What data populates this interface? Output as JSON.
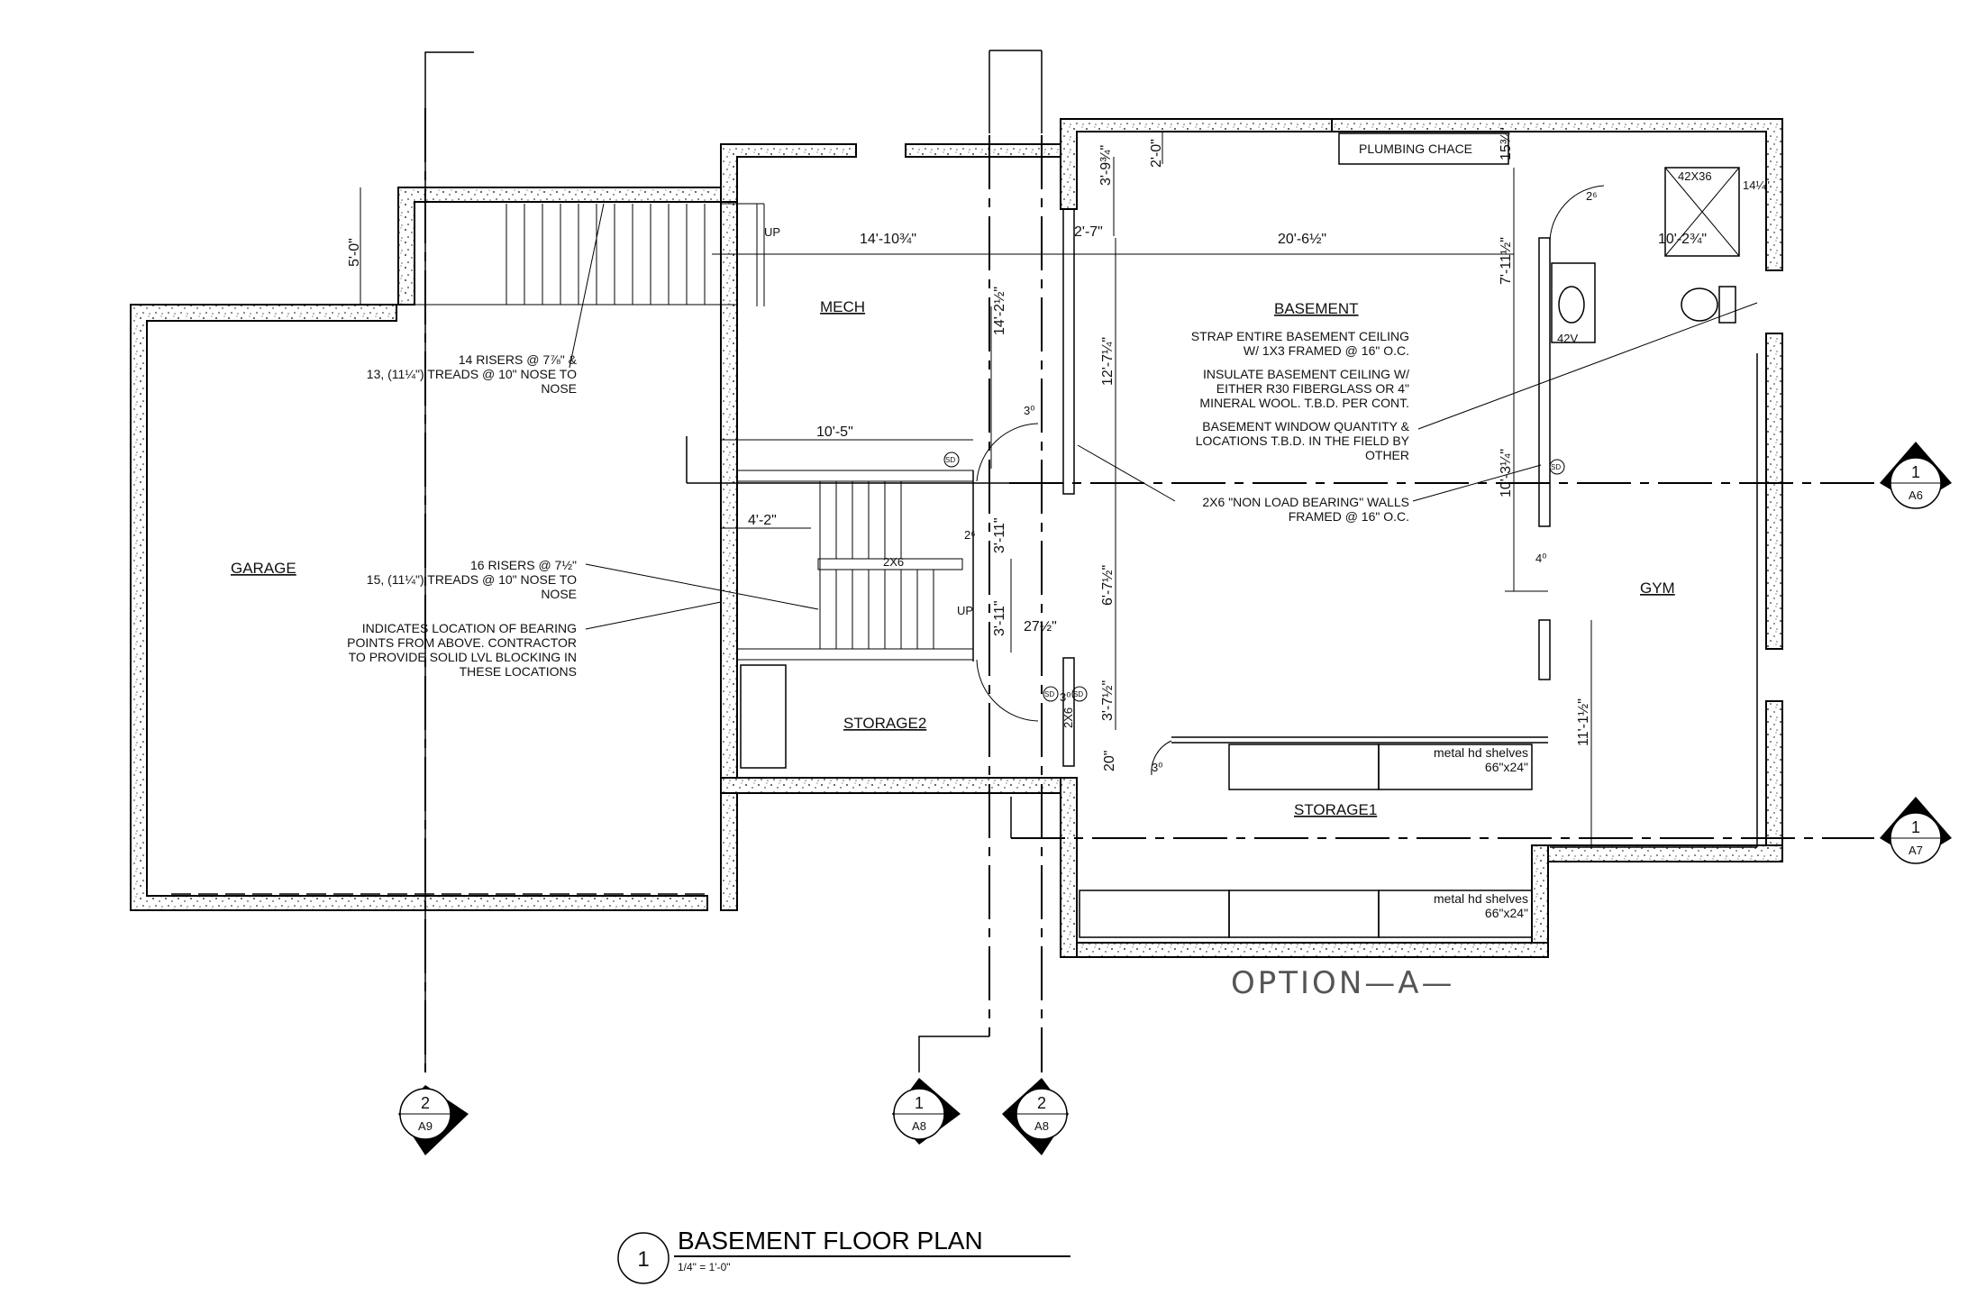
{
  "rooms": {
    "garage": "GARAGE",
    "mech": "MECH",
    "basement": "BASEMENT",
    "gym": "GYM",
    "storage1": "STORAGE1",
    "storage2": "STORAGE2",
    "plumbing": "PLUMBING CHACE"
  },
  "notes": {
    "ceiling": [
      "STRAP ENTIRE BASEMENT CEILING",
      "W/ 1X3 FRAMED @ 16\" O.C."
    ],
    "insulate": [
      "INSULATE BASEMENT CEILING W/",
      "EITHER R30 FIBERGLASS OR 4\"",
      "MINERAL WOOL. T.B.D. PER CONT."
    ],
    "window": [
      "BASEMENT WINDOW QUANTITY &",
      "LOCATIONS T.B.D. IN THE FIELD BY",
      "OTHER"
    ],
    "walls": [
      "2X6 \"NON LOAD BEARING\" WALLS",
      "FRAMED @ 16\" O.C."
    ],
    "stairs1": [
      "14 RISERS @ 7⅞\" &",
      "13, (11¼\") TREADS @ 10\" NOSE TO",
      "NOSE"
    ],
    "stairs2": [
      "16 RISERS @ 7½\"",
      "15, (11¼\") TREADS @ 10\" NOSE TO",
      "NOSE"
    ],
    "bearing": [
      "INDICATES LOCATION OF BEARING",
      "POINTS FROM ABOVE. CONTRACTOR",
      "TO PROVIDE SOLID LVL BLOCKING IN",
      "THESE LOCATIONS"
    ],
    "shelves1": [
      "metal hd shelves",
      "66\"x24\""
    ],
    "shelves2": [
      "metal hd shelves",
      "66\"x24\""
    ]
  },
  "dims": {
    "d_5_0": "5'-0\"",
    "d_14_10": "14'-10¾\"",
    "d_20_6": "20'-6½\"",
    "d_2_7": "2'-7\"",
    "d_3_9": "3'-9¾\"",
    "d_2_0": "2'-0\"",
    "d_15": "15¾\"",
    "d_7_11": "7'-11½\"",
    "d_14s": "14¼\"",
    "d_10_2": "10'-2¾\"",
    "d_shower": "42X36",
    "d_14_2": "14'-2½\"",
    "d_12_7": "12'-7¼\"",
    "d_10_5": "10'-5\"",
    "d_4_2": "4'-2\"",
    "d_3_11a": "3'-11\"",
    "d_3_11b": "3'-11\"",
    "d_27": "27½\"",
    "d_6_7": "6'-7½\"",
    "d_3_7": "3'-7½\"",
    "d_20": "20\"",
    "d_10_3": "10'-3¼\"",
    "d_11_1": "11'-1½\"",
    "d_2x6a": "2X6",
    "d_2x6b": "2X6",
    "d_42v": "42V",
    "door_26a": "2⁶",
    "door_26b": "2⁶",
    "door_30a": "3⁰",
    "door_30b": "3⁰",
    "door_30c": "3⁰",
    "door_40": "4⁰",
    "up1": "UP",
    "up2": "UP",
    "sd": "SD"
  },
  "markers": [
    {
      "num": "2",
      "sheet": "A9"
    },
    {
      "num": "1",
      "sheet": "A8"
    },
    {
      "num": "2",
      "sheet": "A8"
    },
    {
      "num": "1",
      "sheet": "A6"
    },
    {
      "num": "1",
      "sheet": "A7"
    }
  ],
  "title": {
    "number": "1",
    "name": "BASEMENT FLOOR PLAN",
    "scale": "1/4\" = 1'-0\""
  },
  "option": "OPTION—A—"
}
